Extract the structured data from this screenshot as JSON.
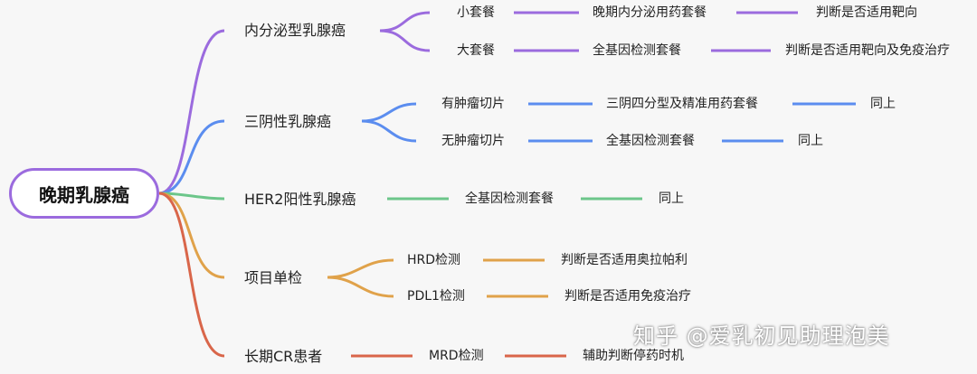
{
  "colors": {
    "purple": "#9b6bde",
    "blue": "#5b8def",
    "green": "#6cc68a",
    "orange": "#e0a24a",
    "red": "#d9664a",
    "root_border": "#9b6bde"
  },
  "root": {
    "label": "晚期乳腺癌"
  },
  "branches": [
    {
      "label": "内分泌型乳腺癌",
      "children": [
        {
          "items": [
            "小套餐",
            "晚期内分泌用药套餐",
            "判断是否适用靶向"
          ]
        },
        {
          "items": [
            "大套餐",
            "全基因检测套餐",
            "判断是否适用靶向及免疫治疗"
          ]
        }
      ]
    },
    {
      "label": "三阴性乳腺癌",
      "children": [
        {
          "items": [
            "有肿瘤切片",
            "三阴四分型及精准用药套餐",
            "同上"
          ]
        },
        {
          "items": [
            "无肿瘤切片",
            "全基因检测套餐",
            "同上"
          ]
        }
      ]
    },
    {
      "label": "HER2阳性乳腺癌",
      "items": [
        "全基因检测套餐",
        "同上"
      ]
    },
    {
      "label": "项目单检",
      "children": [
        {
          "items": [
            "HRD检测",
            "判断是否适用奥拉帕利"
          ]
        },
        {
          "items": [
            "PDL1检测",
            "判断是否适用免疫治疗"
          ]
        }
      ]
    },
    {
      "label": "长期CR患者",
      "items": [
        "MRD检测",
        "辅助判断停药时机"
      ]
    }
  ],
  "watermark": "知乎 @爱乳初见助理泡美"
}
